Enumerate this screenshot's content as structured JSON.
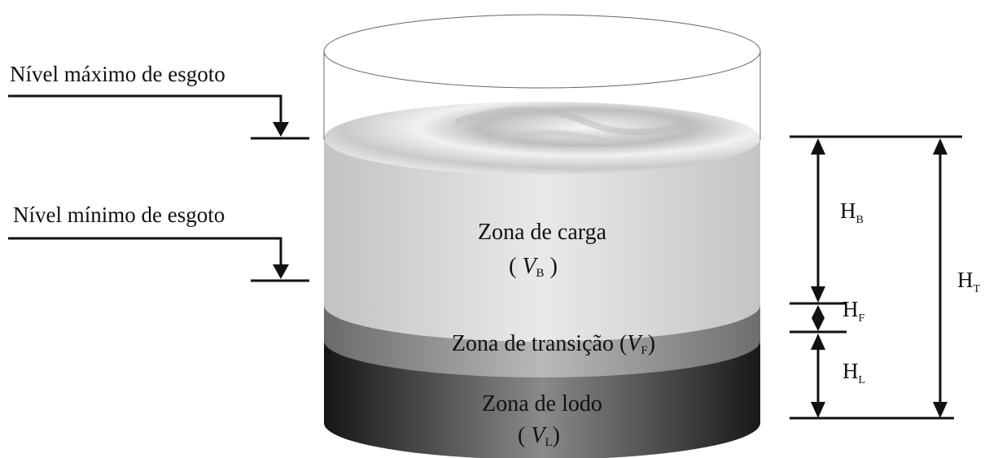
{
  "labels": {
    "max_level": "Nível máximo de esgoto",
    "min_level": "Nível mínimo de esgoto",
    "zone_load": "Zona de carga",
    "zone_load_var": "V",
    "zone_load_sub": "B",
    "zone_transition": "Zona de transição",
    "zone_transition_var": "V",
    "zone_transition_sub": "F",
    "zone_sludge": "Zona de lodo",
    "zone_sludge_var": "V",
    "zone_sludge_sub": "L"
  },
  "dimensions": {
    "hb": {
      "main": "H",
      "sub": "B"
    },
    "hf": {
      "main": "H",
      "sub": "F"
    },
    "hl": {
      "main": "H",
      "sub": "L"
    },
    "ht": {
      "main": "H",
      "sub": "T"
    }
  }
}
